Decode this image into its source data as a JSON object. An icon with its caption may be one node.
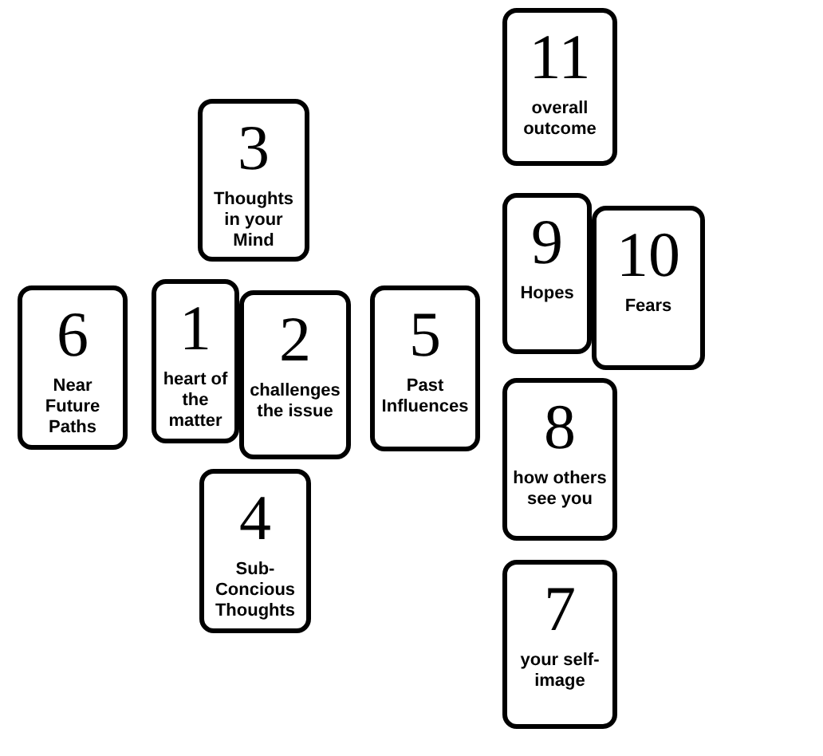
{
  "diagram": {
    "nodes": [
      {
        "text": [
          "11",
          "overall outcome"
        ]
      },
      {
        "text": [
          "3",
          "Thoughts in your Mind"
        ]
      },
      {
        "text": [
          "9",
          "Hopes"
        ]
      },
      {
        "text": [
          "10",
          "Fears"
        ]
      },
      {
        "text": [
          "6",
          "Near Future Paths"
        ]
      },
      {
        "text": [
          "1",
          "heart of the matter"
        ]
      },
      {
        "text": [
          "2",
          "challenges the issue"
        ]
      },
      {
        "text": [
          "5",
          "Past Influences"
        ]
      },
      {
        "text": [
          "8",
          "how others see you"
        ]
      },
      {
        "text": [
          "4",
          "Sub-Concious Thoughts"
        ]
      },
      {
        "text": [
          "7",
          "your self-image"
        ]
      }
    ],
    "edges": []
  }
}
